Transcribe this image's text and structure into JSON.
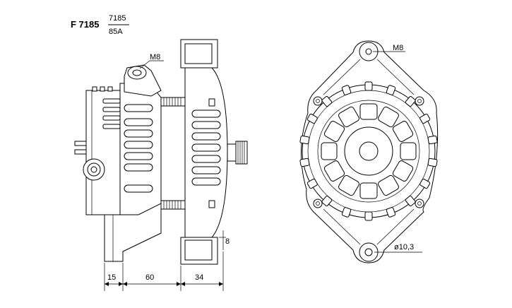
{
  "header": {
    "model_code": "F 7185",
    "fraction_top": "7185",
    "fraction_bottom": "85A"
  },
  "side_view": {
    "bolt_label": "M8",
    "offset_label": "8",
    "dimensions": [
      "15",
      "60",
      "34"
    ]
  },
  "front_view": {
    "top_hole_label": "M8",
    "bottom_hole_label": "ø10,3"
  }
}
